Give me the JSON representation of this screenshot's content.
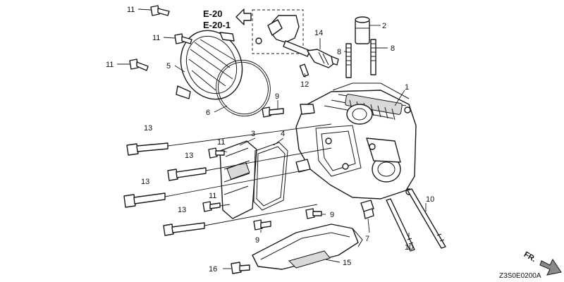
{
  "references": {
    "line1": "E-20",
    "line2": "E-20-1"
  },
  "direction": {
    "label": "FR."
  },
  "diagram_code": "Z3S0E0200A",
  "callouts": [
    {
      "id": "c11a",
      "label": "11"
    },
    {
      "id": "c11b",
      "label": "11"
    },
    {
      "id": "c11c",
      "label": "11"
    },
    {
      "id": "c5",
      "label": "5"
    },
    {
      "id": "c6",
      "label": "6"
    },
    {
      "id": "c14",
      "label": "14"
    },
    {
      "id": "c12",
      "label": "12"
    },
    {
      "id": "c8a",
      "label": "8"
    },
    {
      "id": "c2",
      "label": "2"
    },
    {
      "id": "c8b",
      "label": "8"
    },
    {
      "id": "c1",
      "label": "1"
    },
    {
      "id": "c9a",
      "label": "9"
    },
    {
      "id": "c13a",
      "label": "13"
    },
    {
      "id": "c11d",
      "label": "11"
    },
    {
      "id": "c3",
      "label": "3"
    },
    {
      "id": "c4",
      "label": "4"
    },
    {
      "id": "c13b",
      "label": "13"
    },
    {
      "id": "c13c",
      "label": "13"
    },
    {
      "id": "c11e",
      "label": "11"
    },
    {
      "id": "c13d",
      "label": "13"
    },
    {
      "id": "c9b",
      "label": "9"
    },
    {
      "id": "c9c",
      "label": "9"
    },
    {
      "id": "c7",
      "label": "7"
    },
    {
      "id": "c10a",
      "label": "10"
    },
    {
      "id": "c10b",
      "label": "10"
    },
    {
      "id": "c16",
      "label": "16"
    },
    {
      "id": "c15",
      "label": "15"
    }
  ]
}
